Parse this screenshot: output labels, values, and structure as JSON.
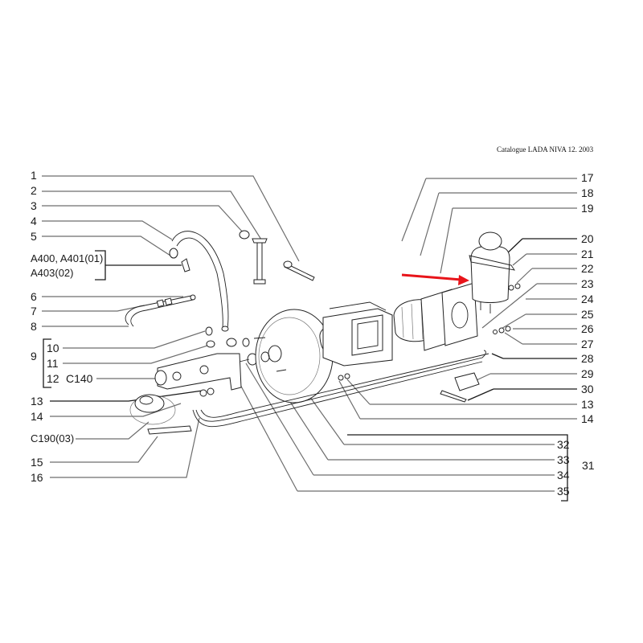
{
  "header": {
    "catalogue_text": "Catalogue LADA NIVA 12. 2003"
  },
  "left_labels": {
    "l1": "1",
    "l2": "2",
    "l3": "3",
    "l4": "4",
    "l5": "5",
    "ref_a": "A400, A401(01)",
    "ref_b": "A403(02)",
    "l6": "6",
    "l7": "7",
    "l8": "8",
    "l9": "9",
    "l10": "10",
    "l11": "11",
    "l12": "12",
    "c140": "C140",
    "l13": "13",
    "l14": "14",
    "c190": "C190(03)",
    "l15": "15",
    "l16": "16"
  },
  "right_labels": {
    "r17": "17",
    "r18": "18",
    "r19": "19",
    "r20": "20",
    "r21": "21",
    "r22": "22",
    "r23": "23",
    "r24": "24",
    "r25": "25",
    "r26": "26",
    "r27": "27",
    "r28": "28",
    "r29": "29",
    "r30": "30",
    "r13": "13",
    "r14": "14",
    "r32": "32",
    "r33": "33",
    "r34": "34",
    "r35": "35",
    "r31": "31"
  },
  "colors": {
    "highlight_arrow": "#e8141a",
    "line": "#6d6d6d",
    "ink": "#1a1a1a"
  }
}
